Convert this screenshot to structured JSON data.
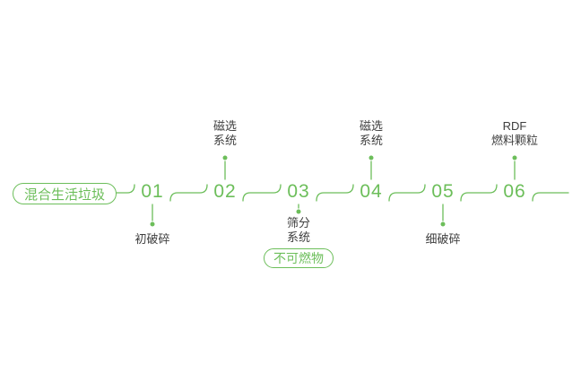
{
  "diagram": {
    "title": "mixed-household-waste-processing-flow",
    "source": {
      "label": "混合生活垃圾"
    },
    "steps": [
      {
        "number": "01",
        "label": "初破碎",
        "label_position": "below"
      },
      {
        "number": "02",
        "label": "磁选\n系统",
        "label_position": "above"
      },
      {
        "number": "03",
        "label": "筛分\n系统",
        "label_position": "below",
        "output": "不可燃物"
      },
      {
        "number": "04",
        "label": "磁选\n系统",
        "label_position": "above"
      },
      {
        "number": "05",
        "label": "细破碎",
        "label_position": "below"
      },
      {
        "number": "06",
        "label": "RDF\n燃料颗粒",
        "label_position": "above"
      }
    ],
    "colors": {
      "green": "#6cbe5a",
      "label_text": "#3e3e3e",
      "background": "#ffffff"
    }
  }
}
